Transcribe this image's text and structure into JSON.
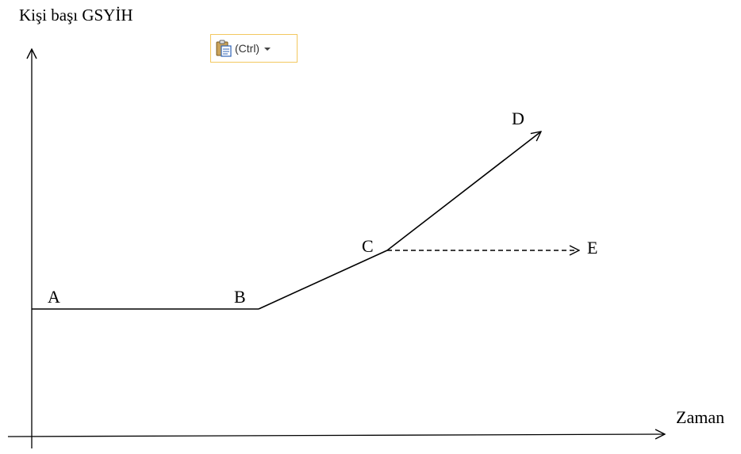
{
  "diagram": {
    "y_axis_label": "Kişi başı GSYİH",
    "x_axis_label": "Zaman",
    "points": {
      "A": "A",
      "B": "B",
      "C": "C",
      "D": "D",
      "E": "E"
    }
  },
  "paste_options": {
    "label": "(Ctrl)",
    "icon": "clipboard-paste-icon"
  }
}
